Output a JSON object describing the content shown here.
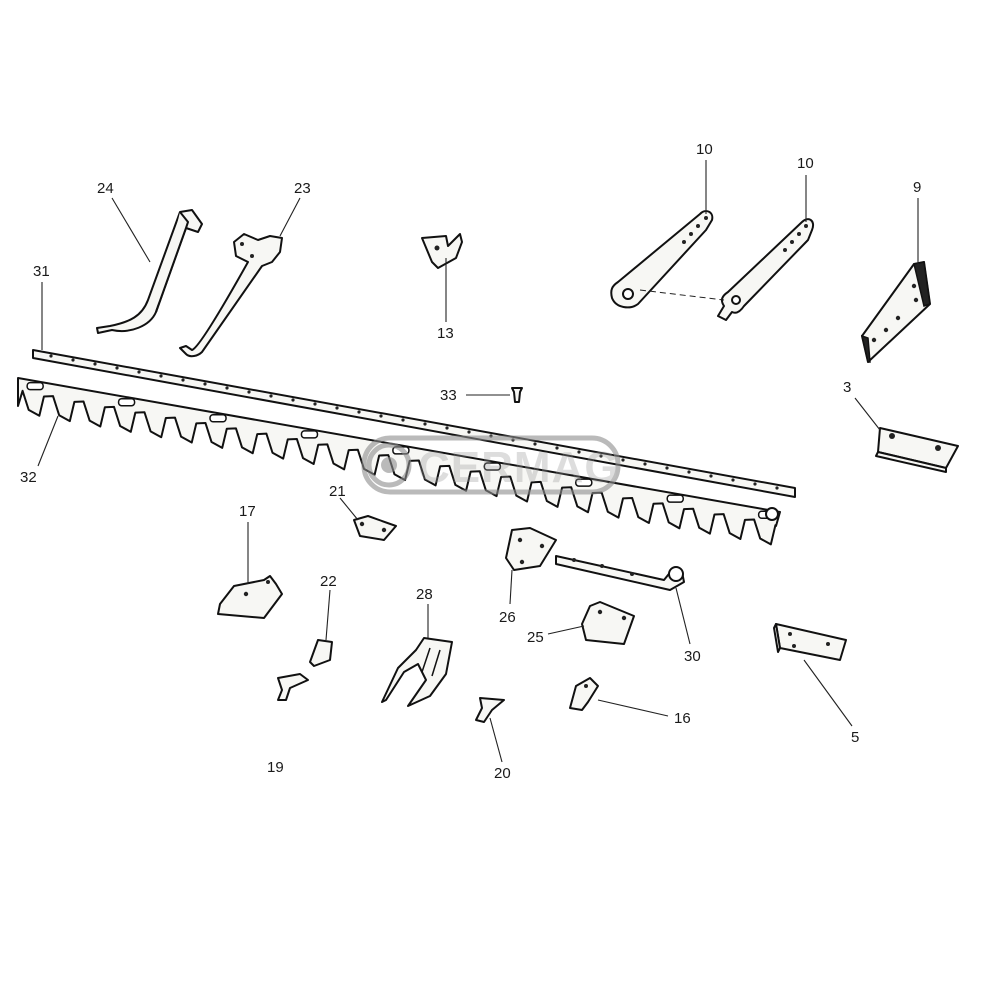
{
  "watermark": {
    "text": "CERMAG",
    "color": "#9a9a9a"
  },
  "callouts": {
    "c3": "3",
    "c5": "5",
    "c9": "9",
    "c10a": "10",
    "c10b": "10",
    "c13": "13",
    "c16": "16",
    "c17": "17",
    "c19": "19",
    "c20": "20",
    "c21": "21",
    "c22": "22",
    "c23": "23",
    "c24": "24",
    "c25": "25",
    "c26": "26",
    "c28": "28",
    "c30": "30",
    "c31": "31",
    "c32": "32",
    "c33": "33"
  }
}
